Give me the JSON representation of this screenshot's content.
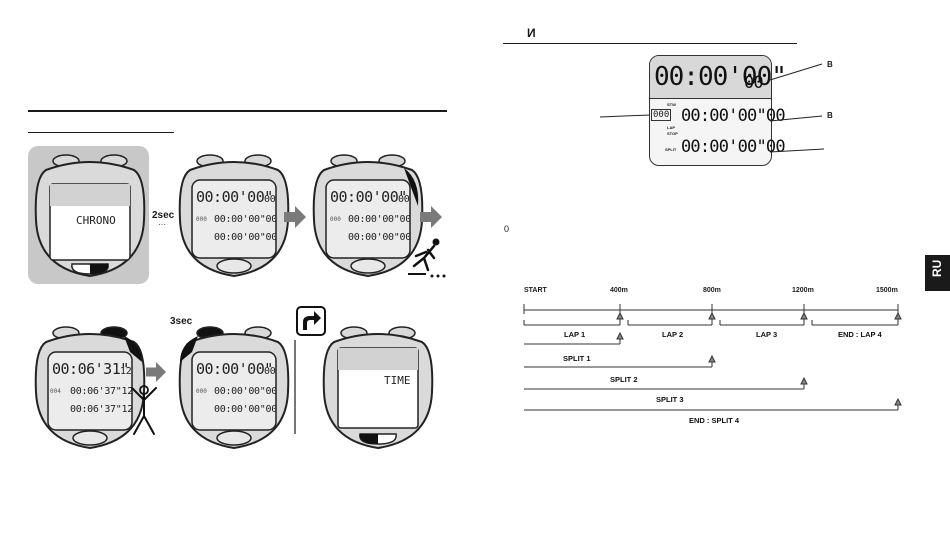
{
  "left": {
    "watches": [
      {
        "id": "w1",
        "screen_word": "CHRONO"
      },
      {
        "id": "w2",
        "main": "00:00'00\"",
        "main_sub": "00",
        "row_small_1": "00:00'00\"00",
        "row_small_2": "00:00'00\"00",
        "lap_box": "000"
      },
      {
        "id": "w3",
        "main": "00:00'00\"",
        "main_sub": "00",
        "row_small_1": "00:00'00\"00",
        "row_small_2": "00:00'00\"00",
        "lap_box": "000"
      },
      {
        "id": "w4",
        "main": "00:06'31\"",
        "main_sub": "12",
        "row_small_1": "00:06'37\"12",
        "row_small_2": "00:06'37\"12",
        "lap_box": "004"
      },
      {
        "id": "w5",
        "main": "00:00'00\"",
        "main_sub": "00",
        "row_small_1": "00:00'00\"00",
        "row_small_2": "00:00'00\"00",
        "lap_box": "000"
      },
      {
        "id": "w6",
        "screen_word": "TIME"
      }
    ],
    "step_label_2sec": "2sec",
    "step_label_3sec": "3sec"
  },
  "right": {
    "heading": "И",
    "lcd": {
      "main": "00:00'00\"",
      "main_sub": "00",
      "row1": "00:00'00\"00",
      "row2": "00:00'00\"00",
      "lap_box": "000",
      "tag_stw": "STW",
      "tag_lap": "LAP",
      "tag_stop": "STOP",
      "tag_split": "SPLIT",
      "callout_b1": "B",
      "callout_b2": "B"
    },
    "note_zero": "0",
    "diagram": {
      "markers": [
        "START",
        "400m",
        "800m",
        "1200m",
        "1500m"
      ],
      "laps": [
        "LAP 1",
        "LAP 2",
        "LAP 3",
        "END : LAP 4"
      ],
      "splits": [
        "SPLIT 1",
        "SPLIT 2",
        "SPLIT 3",
        "END : SPLIT 4"
      ]
    }
  },
  "tab": {
    "label": "RU"
  }
}
